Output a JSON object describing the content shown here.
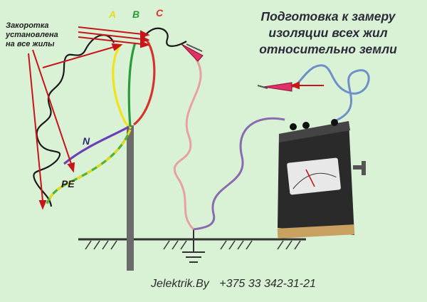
{
  "title": {
    "lines": [
      "Подготовка к замеру",
      "изоляции всех жил",
      "относительно земли"
    ]
  },
  "note": {
    "lines": [
      "Закоротка",
      "установлена",
      "на все жилы"
    ]
  },
  "labels": {
    "phase_a": "A",
    "phase_b": "B",
    "phase_c": "C",
    "neutral": "N",
    "protective_earth": "PE"
  },
  "footer": {
    "site": "Jelektrik.By",
    "phone": "+375 33 342-31-21"
  },
  "colors": {
    "background": "#d9f2d6",
    "phase_a": "#f2e21a",
    "phase_b": "#2a9a3a",
    "phase_c": "#d8322d",
    "neutral": "#6a3fb8",
    "pe_green": "#4fb33a",
    "pe_yellow": "#e6d81a",
    "shorting_wire": "#1a1a1a",
    "arrows": "#c8141a",
    "pink_lead": "#e8a0a0",
    "blue_lead": "#6f8fc8",
    "purple_lead": "#8a6bb0",
    "meter_body": "#2a2a2a",
    "ground": "#333333"
  },
  "icons": [
    "crocodile-clip-icon",
    "megohmmeter-icon",
    "ground-symbol-icon"
  ]
}
